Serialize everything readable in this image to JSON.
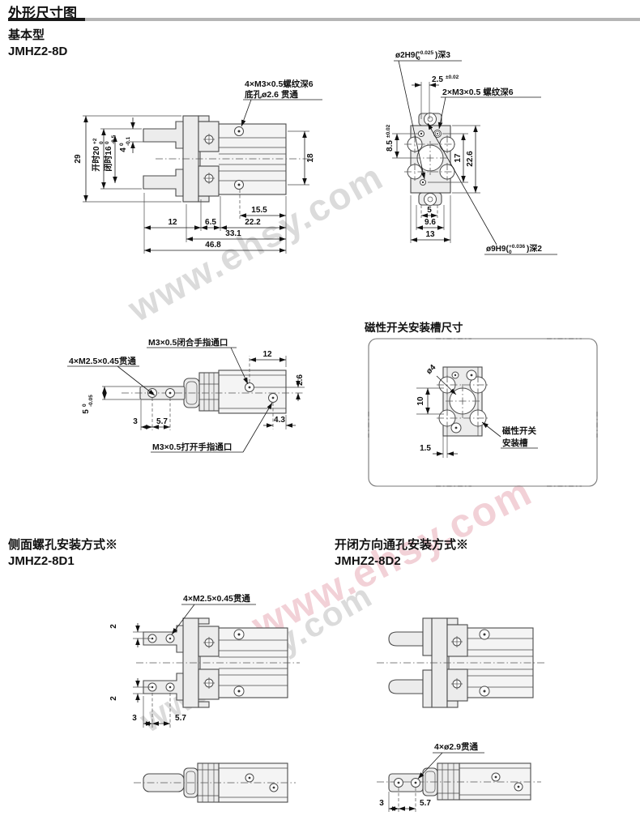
{
  "header": {
    "title": "外形尺寸图"
  },
  "watermark": {
    "text": "www.ehsy.com",
    "gray": "#a0a0a0",
    "pink": "#de8c9b"
  },
  "basic": {
    "type_label": "基本型",
    "model": "JMHZ2-8D",
    "side": {
      "note1": "4×M3×0.5螺纹深6",
      "note2": "底孔ø2.6 贯通",
      "d29": "29",
      "open": {
        "pre": "开时20",
        "sup": "+2",
        "sub": "0"
      },
      "closed": {
        "pre": "闭时16",
        "sup": "0",
        "sub": "-0.5"
      },
      "d4": {
        "pre": "4",
        "sup": "0",
        "sub": "-0.1"
      },
      "d18": "18",
      "d12": "12",
      "d6_5": "6.5",
      "d22_2": "22.2",
      "d15_5": "15.5",
      "d33_1": "33.1",
      "d46_8": "46.8"
    },
    "rear": {
      "pin": {
        "pre": "ø2H9(",
        "sup": "+0.025",
        "sub": "0",
        "post": ")深3"
      },
      "d2_5": {
        "pre": "2.5",
        "sup": "±0.02"
      },
      "thread": "2×M3×0.5 螺纹深6",
      "d8_5": {
        "pre": "8.5",
        "sup": "±0.02"
      },
      "d17": "17",
      "d22_6": "22.6",
      "d5": "5",
      "d9_6": "9.6",
      "d13": "13",
      "bore": {
        "pre": "ø9H9(",
        "sup": "+0.036",
        "sub": "0",
        "post": ")深2"
      }
    },
    "bottom": {
      "close_port": "M3×0.5闭合手指通口",
      "thru": "4×M2.5×0.45贯通",
      "open_port": "M3×0.5打开手指通口",
      "d12": "12",
      "d2_6": "2.6",
      "d5": {
        "pre": "5",
        "sup": "0",
        "sub": "-0.05"
      },
      "d3": "3",
      "d5_7": "5.7",
      "d4_3": "4.3"
    }
  },
  "switch": {
    "title": "磁性开关安装槽尺寸",
    "d4": "ø4",
    "d10": "10",
    "d1_5": "1.5",
    "slot_line1": "磁性开关",
    "slot_line2": "安装槽"
  },
  "d1": {
    "title": "侧面螺孔安装方式※",
    "model": "JMHZ2-8D1",
    "thru": "4×M2.5×0.45贯通",
    "d2_top": "2",
    "d2_bottom": "2",
    "d3": "3",
    "d5_7": "5.7"
  },
  "d2": {
    "title": "开闭方向通孔安装方式※",
    "model": "JMHZ2-8D2",
    "thru": "4×ø2.9贯通",
    "d3": "3",
    "d5_7": "5.7"
  }
}
